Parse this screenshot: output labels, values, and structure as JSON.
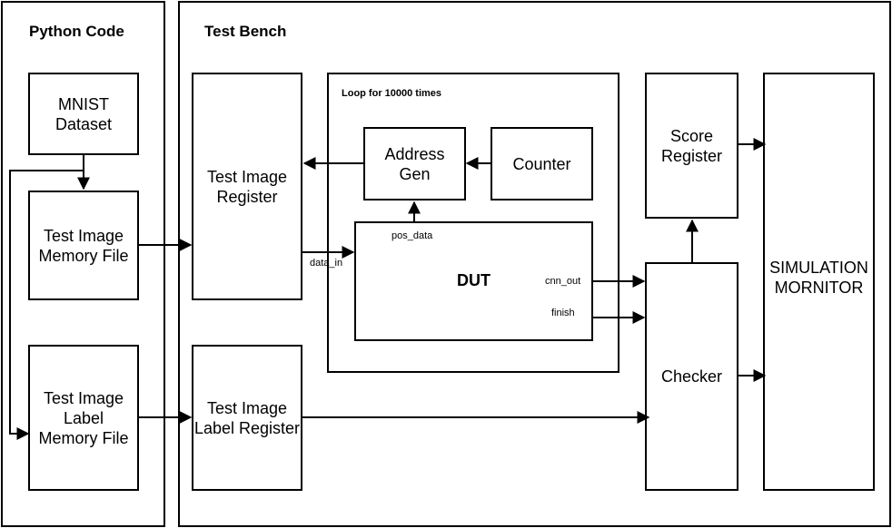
{
  "sections": {
    "python": "Python Code",
    "testbench": "Test Bench",
    "loop": "Loop for 10000 times"
  },
  "blocks": {
    "mnist": "MNIST\nDataset",
    "test_image_mem": "Test Image\nMemory File",
    "test_label_mem": "Test Image\nLabel\nMemory File",
    "test_image_reg": "Test Image\nRegister",
    "test_label_reg": "Test Image\nLabel Register",
    "address_gen": "Address\nGen",
    "counter": "Counter",
    "dut": "DUT",
    "score_reg": "Score\nRegister",
    "checker": "Checker",
    "sim_monitor": "SIMULATION\nMORNITOR"
  },
  "signals": {
    "pos_data": "pos_data",
    "data_in": "data_in",
    "cnn_out": "cnn_out",
    "finish": "finish"
  }
}
